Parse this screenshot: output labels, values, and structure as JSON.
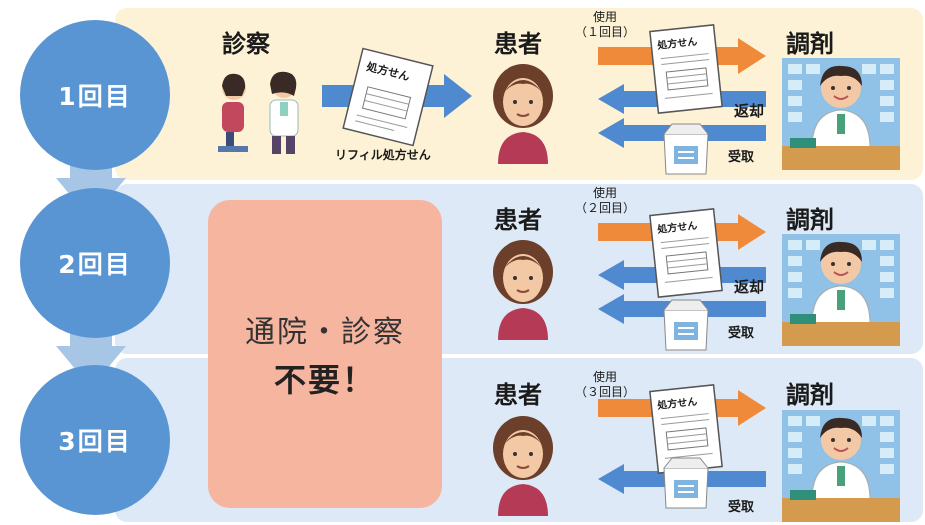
{
  "steps": [
    {
      "label": "1回目"
    },
    {
      "label": "2回目"
    },
    {
      "label": "3回目"
    }
  ],
  "consultation_title": "診察",
  "refill_caption": "リフィル処方せん",
  "prescription_text": "処方せん",
  "patient_label": "患者",
  "pharmacy_label": "調剤",
  "usage": [
    {
      "top": "使用",
      "bottom": "（１回目）"
    },
    {
      "top": "使用",
      "bottom": "（２回目）"
    },
    {
      "top": "使用",
      "bottom": "（３回目）"
    }
  ],
  "return_label": "返却",
  "receive_label": "受取",
  "note": {
    "line1": "通院・診察",
    "line2": "不要！"
  },
  "colors": {
    "circle": "#5a95d3",
    "band_first": "#fdf2d6",
    "band_other": "#dde9f6",
    "orange_arrow": "#ef8a3a",
    "blue_arrow": "#4f8ad0",
    "note_box": "#f6b59f"
  }
}
